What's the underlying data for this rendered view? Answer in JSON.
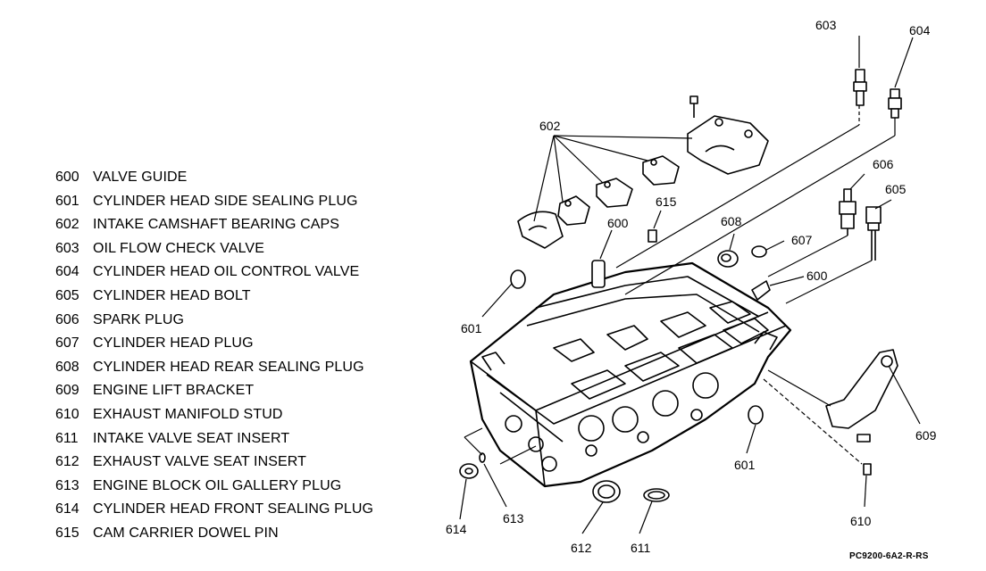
{
  "legend": [
    {
      "num": "600",
      "desc": "VALVE GUIDE"
    },
    {
      "num": "601",
      "desc": "CYLINDER HEAD SIDE SEALING PLUG"
    },
    {
      "num": "602",
      "desc": "INTAKE CAMSHAFT BEARING CAPS"
    },
    {
      "num": "603",
      "desc": "OIL FLOW CHECK VALVE"
    },
    {
      "num": "604",
      "desc": "CYLINDER HEAD OIL CONTROL VALVE"
    },
    {
      "num": "605",
      "desc": "CYLINDER HEAD BOLT"
    },
    {
      "num": "606",
      "desc": "SPARK PLUG"
    },
    {
      "num": "607",
      "desc": "CYLINDER HEAD PLUG"
    },
    {
      "num": "608",
      "desc": "CYLINDER HEAD REAR SEALING PLUG"
    },
    {
      "num": "609",
      "desc": "ENGINE LIFT BRACKET"
    },
    {
      "num": "610",
      "desc": "EXHAUST MANIFOLD STUD"
    },
    {
      "num": "611",
      "desc": "INTAKE VALVE SEAT INSERT"
    },
    {
      "num": "612",
      "desc": "EXHAUST VALVE SEAT INSERT"
    },
    {
      "num": "613",
      "desc": "ENGINE BLOCK OIL GALLERY PLUG"
    },
    {
      "num": "614",
      "desc": "CYLINDER HEAD FRONT SEALING PLUG"
    },
    {
      "num": "615",
      "desc": "CAM CARRIER DOWEL PIN"
    }
  ],
  "callouts": {
    "c603": "603",
    "c604": "604",
    "c602": "602",
    "c606": "606",
    "c605": "605",
    "c615": "615",
    "c600a": "600",
    "c608": "608",
    "c607": "607",
    "c600b": "600",
    "c601a": "601",
    "c609": "609",
    "c601b": "601",
    "c613": "613",
    "c614": "614",
    "c612": "612",
    "c611": "611",
    "c610": "610"
  },
  "figure_code": "PC9200-6A2-R-RS"
}
